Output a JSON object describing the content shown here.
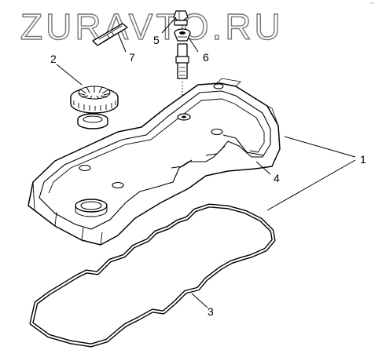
{
  "watermark": "ZURAVTO.RU",
  "corner_mark": "°°°",
  "callouts": {
    "c1": "1",
    "c2": "2",
    "c3": "3",
    "c4": "4",
    "c5": "5",
    "c6": "6",
    "c7": "7"
  }
}
